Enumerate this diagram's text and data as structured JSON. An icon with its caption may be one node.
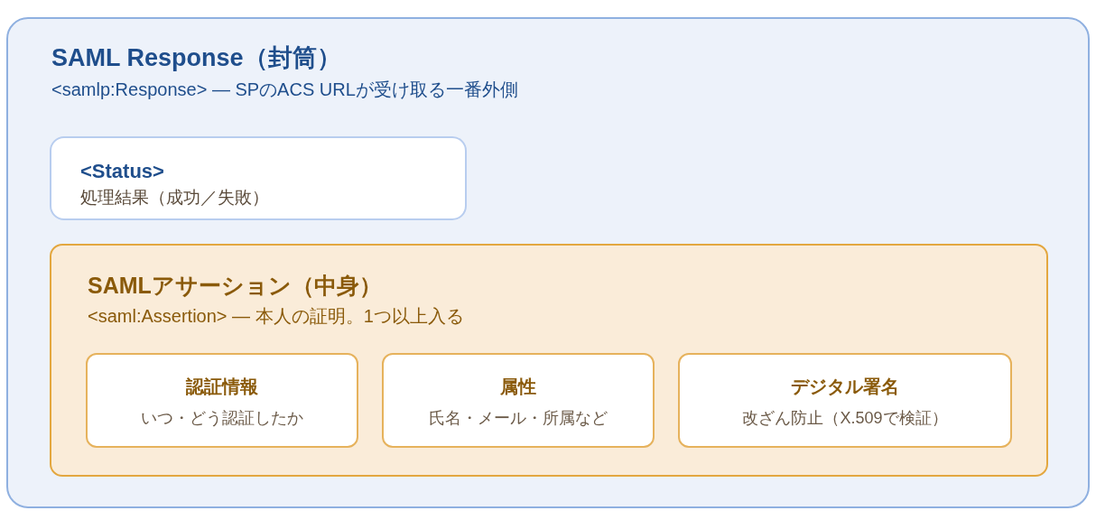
{
  "diagram": {
    "nodes": [
      {
        "text": [
          "SAML Response（封筒）",
          "<samlp:Response> — SPのACS URLが受け取る一番外側"
        ]
      },
      {
        "text": [
          "<Status>",
          "処理結果（成功／失敗）"
        ],
        "in": 0
      },
      {
        "text": [
          "SAMLアサーション（中身）",
          "<saml:Assertion> — 本人の証明。1つ以上入る"
        ],
        "in": 0
      },
      {
        "text": [
          "認証情報",
          "いつ・どう認証したか"
        ],
        "in": 2
      },
      {
        "text": [
          "属性",
          "氏名・メール・所属など"
        ],
        "in": 2
      },
      {
        "text": [
          "デジタル署名",
          "改ざん防止（X.509で検証）"
        ],
        "in": 2
      }
    ]
  }
}
